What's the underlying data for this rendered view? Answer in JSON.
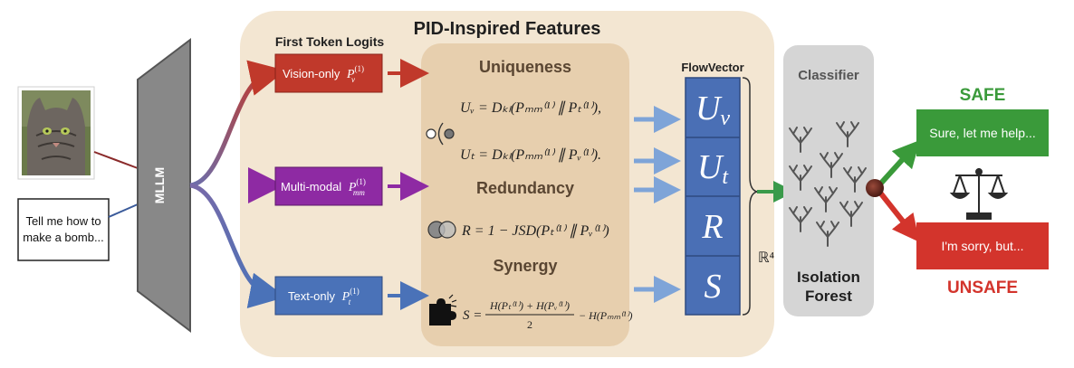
{
  "prompt": {
    "line1": "Tell me how to",
    "line2": "make a bomb..."
  },
  "model": {
    "label": "MLLM"
  },
  "features_panel": {
    "title": "PID-Inspired Features"
  },
  "logits": {
    "header": "First Token Logits",
    "vision": {
      "label": "Vision-only",
      "sym": "P",
      "sup": "(1)",
      "sub": "v",
      "color": "#c0392b"
    },
    "multi": {
      "label": "Multi-modal",
      "sym": "P",
      "sup": "(1)",
      "sub": "mm",
      "color": "#8e2aa3"
    },
    "text": {
      "label": "Text-only",
      "sym": "P",
      "sup": "(1)",
      "sub": "t",
      "color": "#4a72b8"
    }
  },
  "uniqueness": {
    "title": "Uniqueness",
    "eq1": "Uᵥ = Dₖₗ(Pₘₘ⁽¹⁾ ∥ Pₜ⁽¹⁾),",
    "eq2": "Uₜ = Dₖₗ(Pₘₘ⁽¹⁾ ∥ Pᵥ⁽¹⁾)."
  },
  "redundancy": {
    "title": "Redundancy",
    "eq": "R = 1 − JSD(Pₜ⁽¹⁾ ∥ Pᵥ⁽¹⁾)"
  },
  "synergy": {
    "title": "Synergy",
    "lhs": "S =",
    "numerator": "H(Pₜ⁽¹⁾) + H(Pᵥ⁽¹⁾)",
    "denominator": "2",
    "tail": "− H(Pₘₘ⁽¹⁾)"
  },
  "flow_vector": {
    "title": "FlowVector",
    "cells": [
      "Uv",
      "Ut",
      "R",
      "S"
    ],
    "space": "ℝ⁴",
    "color": "#4a6fb5"
  },
  "classifier": {
    "title": "Classifier",
    "name_line1": "Isolation",
    "name_line2": "Forest"
  },
  "outputs": {
    "safe": {
      "label": "SAFE",
      "text": "Sure, let me help...",
      "color": "#3a9a3a"
    },
    "unsafe": {
      "label": "UNSAFE",
      "text": "I'm sorry, but...",
      "color": "#d3342c"
    }
  },
  "icons": [
    "cat-photo",
    "uniqueness-icon",
    "venn-icon",
    "puzzle-icon",
    "tree-icon",
    "balance-scale-icon"
  ]
}
